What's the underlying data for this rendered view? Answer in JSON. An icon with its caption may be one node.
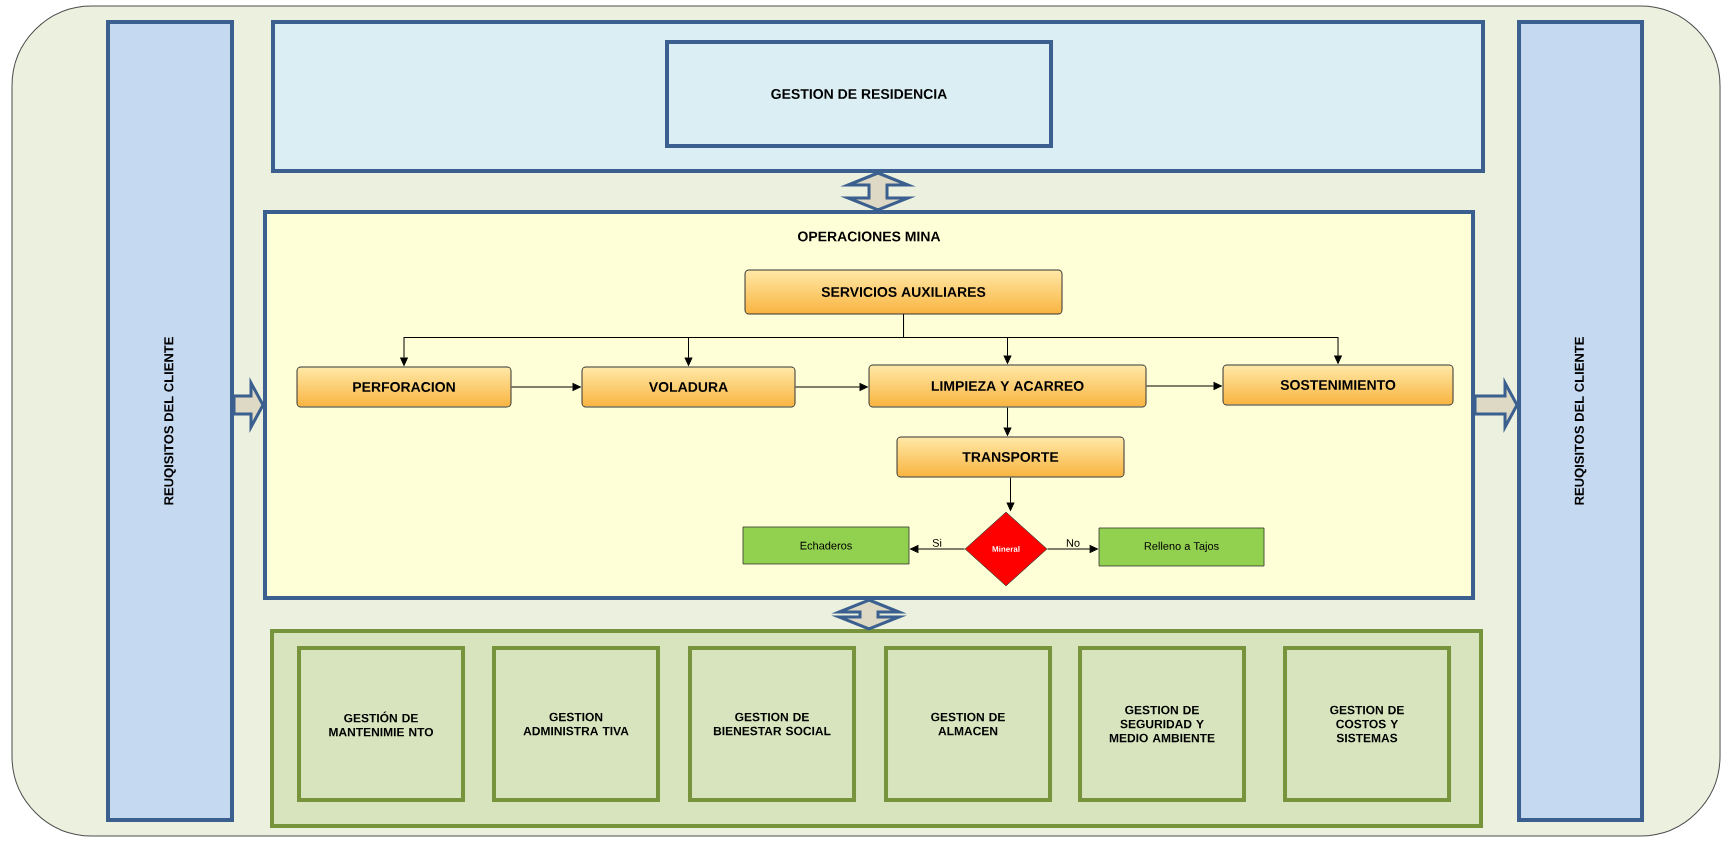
{
  "diagram": {
    "nodes": [
      {
        "text": [
          "REUQISITOS DEL CLIENTE"
        ]
      },
      {
        "text": [],
        "shape": "box"
      },
      {
        "text": [
          "GESTION DE RESIDENCIA"
        ],
        "in": 1
      },
      {
        "text": [
          "OPERACIONES MINA"
        ]
      },
      {
        "text": [
          "SERVICIOS AUXILIARES"
        ],
        "in": 3
      },
      {
        "text": [
          "PERFORACION"
        ],
        "in": 3
      },
      {
        "text": [
          "VOLADURA"
        ],
        "in": 3
      },
      {
        "text": [
          "LIMPIEZA Y ACARREO"
        ],
        "in": 3
      },
      {
        "text": [
          "SOSTENIMIENTO"
        ],
        "in": 3
      },
      {
        "text": [
          "TRANSPORTE"
        ],
        "in": 3
      },
      {
        "text": [
          "Mineral"
        ],
        "in": 3
      },
      {
        "text": [
          "Echaderos"
        ],
        "in": 3
      },
      {
        "text": [
          "Relleno a Tajos"
        ],
        "in": 3
      },
      {
        "text": [],
        "shape": "box"
      },
      {
        "text": [
          "GESTIÓN DE MANTENIMIE NTO"
        ],
        "in": 13
      },
      {
        "text": [
          "GESTION ADMINISTRA TIVA"
        ],
        "in": 13
      },
      {
        "text": [
          "GESTION DE BIENESTAR SOCIAL"
        ],
        "in": 13
      },
      {
        "text": [
          "GESTION DE ALMACEN"
        ],
        "in": 13
      },
      {
        "text": [
          "GESTION DE SEGURIDAD Y MEDIO AMBIENTE"
        ],
        "in": 13
      },
      {
        "text": [
          "GESTION DE COSTOS Y SISTEMAS"
        ],
        "in": 13
      },
      {
        "text": [
          "REUQISITOS DEL CLIENTE"
        ]
      }
    ],
    "edges": [
      {
        "from": 1,
        "to": 3,
        "arrow": "both",
        "style": "thick"
      },
      {
        "from": 0,
        "to": 3,
        "arrow": "to",
        "style": "thick"
      },
      {
        "from": 3,
        "to": 20,
        "arrow": "to",
        "style": "thick"
      },
      {
        "from": 4,
        "to": 5,
        "arrow": "to"
      },
      {
        "from": 4,
        "to": 6,
        "arrow": "to"
      },
      {
        "from": 4,
        "to": 7,
        "arrow": "to"
      },
      {
        "from": 4,
        "to": 8,
        "arrow": "to"
      },
      {
        "from": 5,
        "to": 6,
        "arrow": "to"
      },
      {
        "from": 6,
        "to": 7,
        "arrow": "to"
      },
      {
        "from": 7,
        "to": 8,
        "arrow": "to"
      },
      {
        "from": 7,
        "to": 9,
        "arrow": "to"
      },
      {
        "from": 9,
        "to": 10,
        "arrow": "to"
      },
      {
        "from": 10,
        "to": 11,
        "arrow": "to",
        "label": "Si"
      },
      {
        "from": 10,
        "to": 12,
        "arrow": "to",
        "label": "No"
      },
      {
        "from": 3,
        "to": 13,
        "arrow": "both",
        "style": "thick"
      }
    ]
  }
}
